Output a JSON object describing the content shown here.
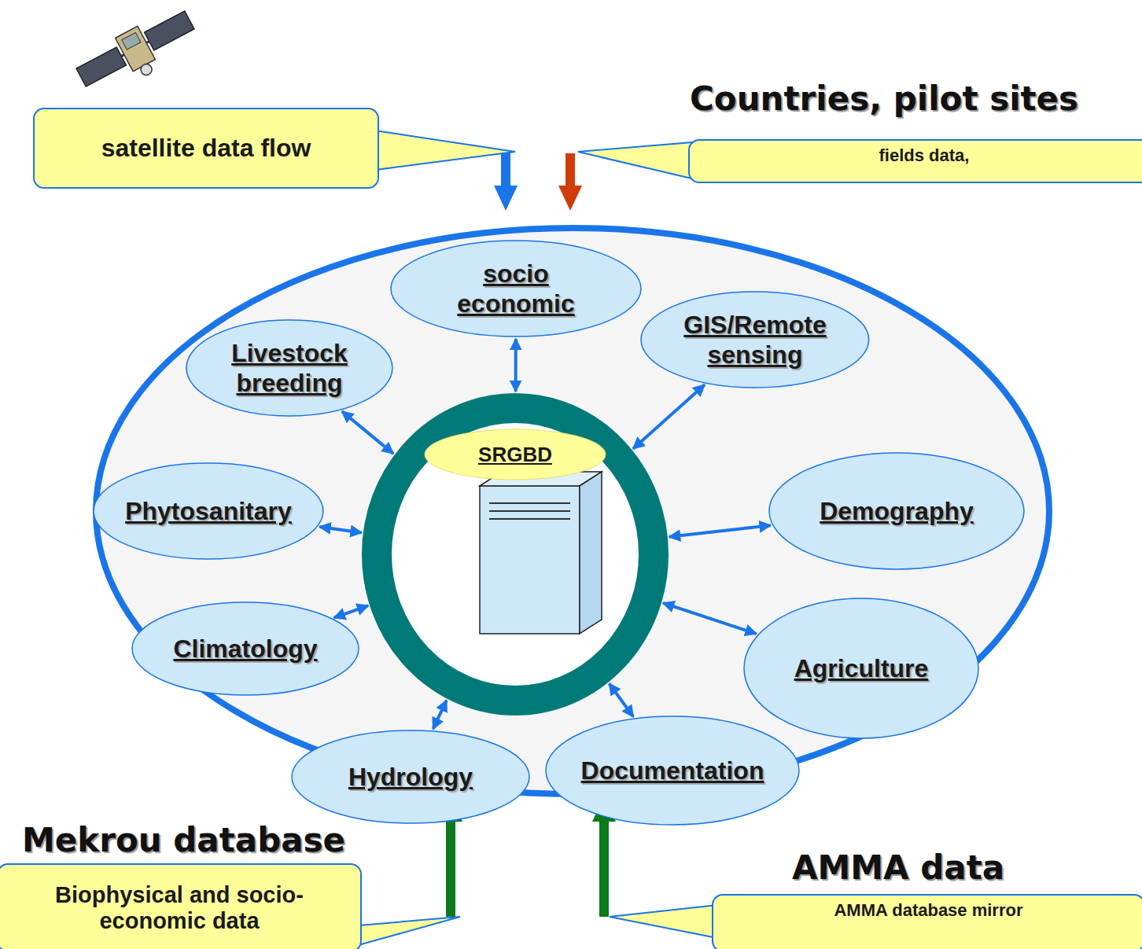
{
  "diagram": {
    "nodes": [
      {
        "text": [
          "satellite data flow"
        ]
      },
      {
        "text": [
          "Countries, pilot sites",
          "fields data,"
        ]
      },
      {
        "text": [
          "socio economic"
        ]
      },
      {
        "text": [
          "GIS/Remote sensing"
        ]
      },
      {
        "text": [
          "Livestock breeding"
        ]
      },
      {
        "text": [
          "SRGBD"
        ]
      },
      {
        "text": [
          "Phytosanitary"
        ]
      },
      {
        "text": [
          "Demography"
        ]
      },
      {
        "text": [
          "Climatology"
        ]
      },
      {
        "text": [
          "Agriculture"
        ]
      },
      {
        "text": [
          "Hydrology"
        ]
      },
      {
        "text": [
          "Documentation"
        ]
      },
      {
        "text": [
          "Mekrou database",
          "Biophysical and socio-economic data"
        ]
      },
      {
        "text": [
          "AMMA data",
          "AMMA database mirror"
        ]
      }
    ],
    "edges": [
      {
        "from": 2,
        "to": 5,
        "arrow": "both"
      },
      {
        "from": 3,
        "to": 5,
        "arrow": "both"
      },
      {
        "from": 4,
        "to": 5,
        "arrow": "both"
      },
      {
        "from": 6,
        "to": 5,
        "arrow": "both"
      },
      {
        "from": 7,
        "to": 5,
        "arrow": "both"
      },
      {
        "from": 8,
        "to": 5,
        "arrow": "both"
      },
      {
        "from": 9,
        "to": 5,
        "arrow": "both"
      },
      {
        "from": 10,
        "to": 5,
        "arrow": "both"
      },
      {
        "from": 11,
        "to": 5,
        "arrow": "both"
      }
    ]
  }
}
